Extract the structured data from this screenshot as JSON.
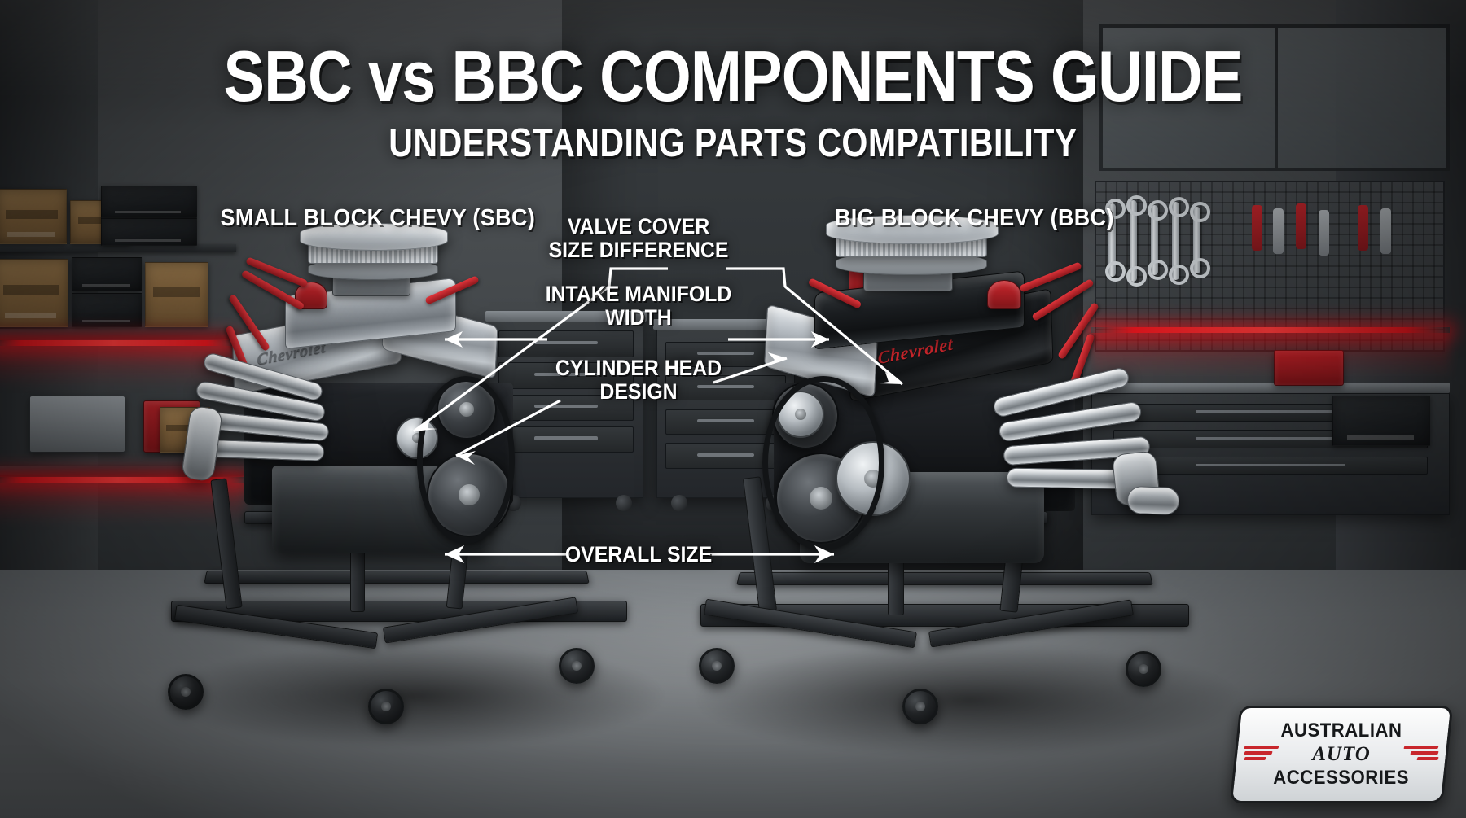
{
  "header": {
    "title": "SBC vs BBC COMPONENTS GUIDE",
    "subtitle": "UNDERSTANDING PARTS COMPATIBILITY"
  },
  "engines": [
    {
      "id": "sbc",
      "label": "SMALL BLOCK CHEVY (SBC)",
      "side": "left",
      "valve_cover_script": "Chevrolet"
    },
    {
      "id": "bbc",
      "label": "BIG BLOCK CHEVY (BBC)",
      "side": "right",
      "valve_cover_script": "Chevrolet"
    }
  ],
  "callouts": [
    {
      "id": "valve-cover",
      "text": "VALVE COVER\nSIZE DIFFERENCE",
      "points_to": "both"
    },
    {
      "id": "intake-manifold",
      "text": "INTAKE MANIFOLD\nWIDTH",
      "points_to": "both"
    },
    {
      "id": "cylinder-head",
      "text": "CYLINDER HEAD\nDESIGN",
      "points_to": "both"
    },
    {
      "id": "overall-size",
      "text": "OVERALL SIZE",
      "points_to": "both"
    }
  ],
  "logo": {
    "line1": "AUSTRALIAN",
    "line2": "AUTO",
    "line3": "ACCESSORIES"
  },
  "colors": {
    "accent_red": "#c8262c",
    "led_red": "#e0161d",
    "text_white": "#ffffff",
    "background_dark": "#1b1d1f",
    "floor_grey": "#878c90"
  }
}
